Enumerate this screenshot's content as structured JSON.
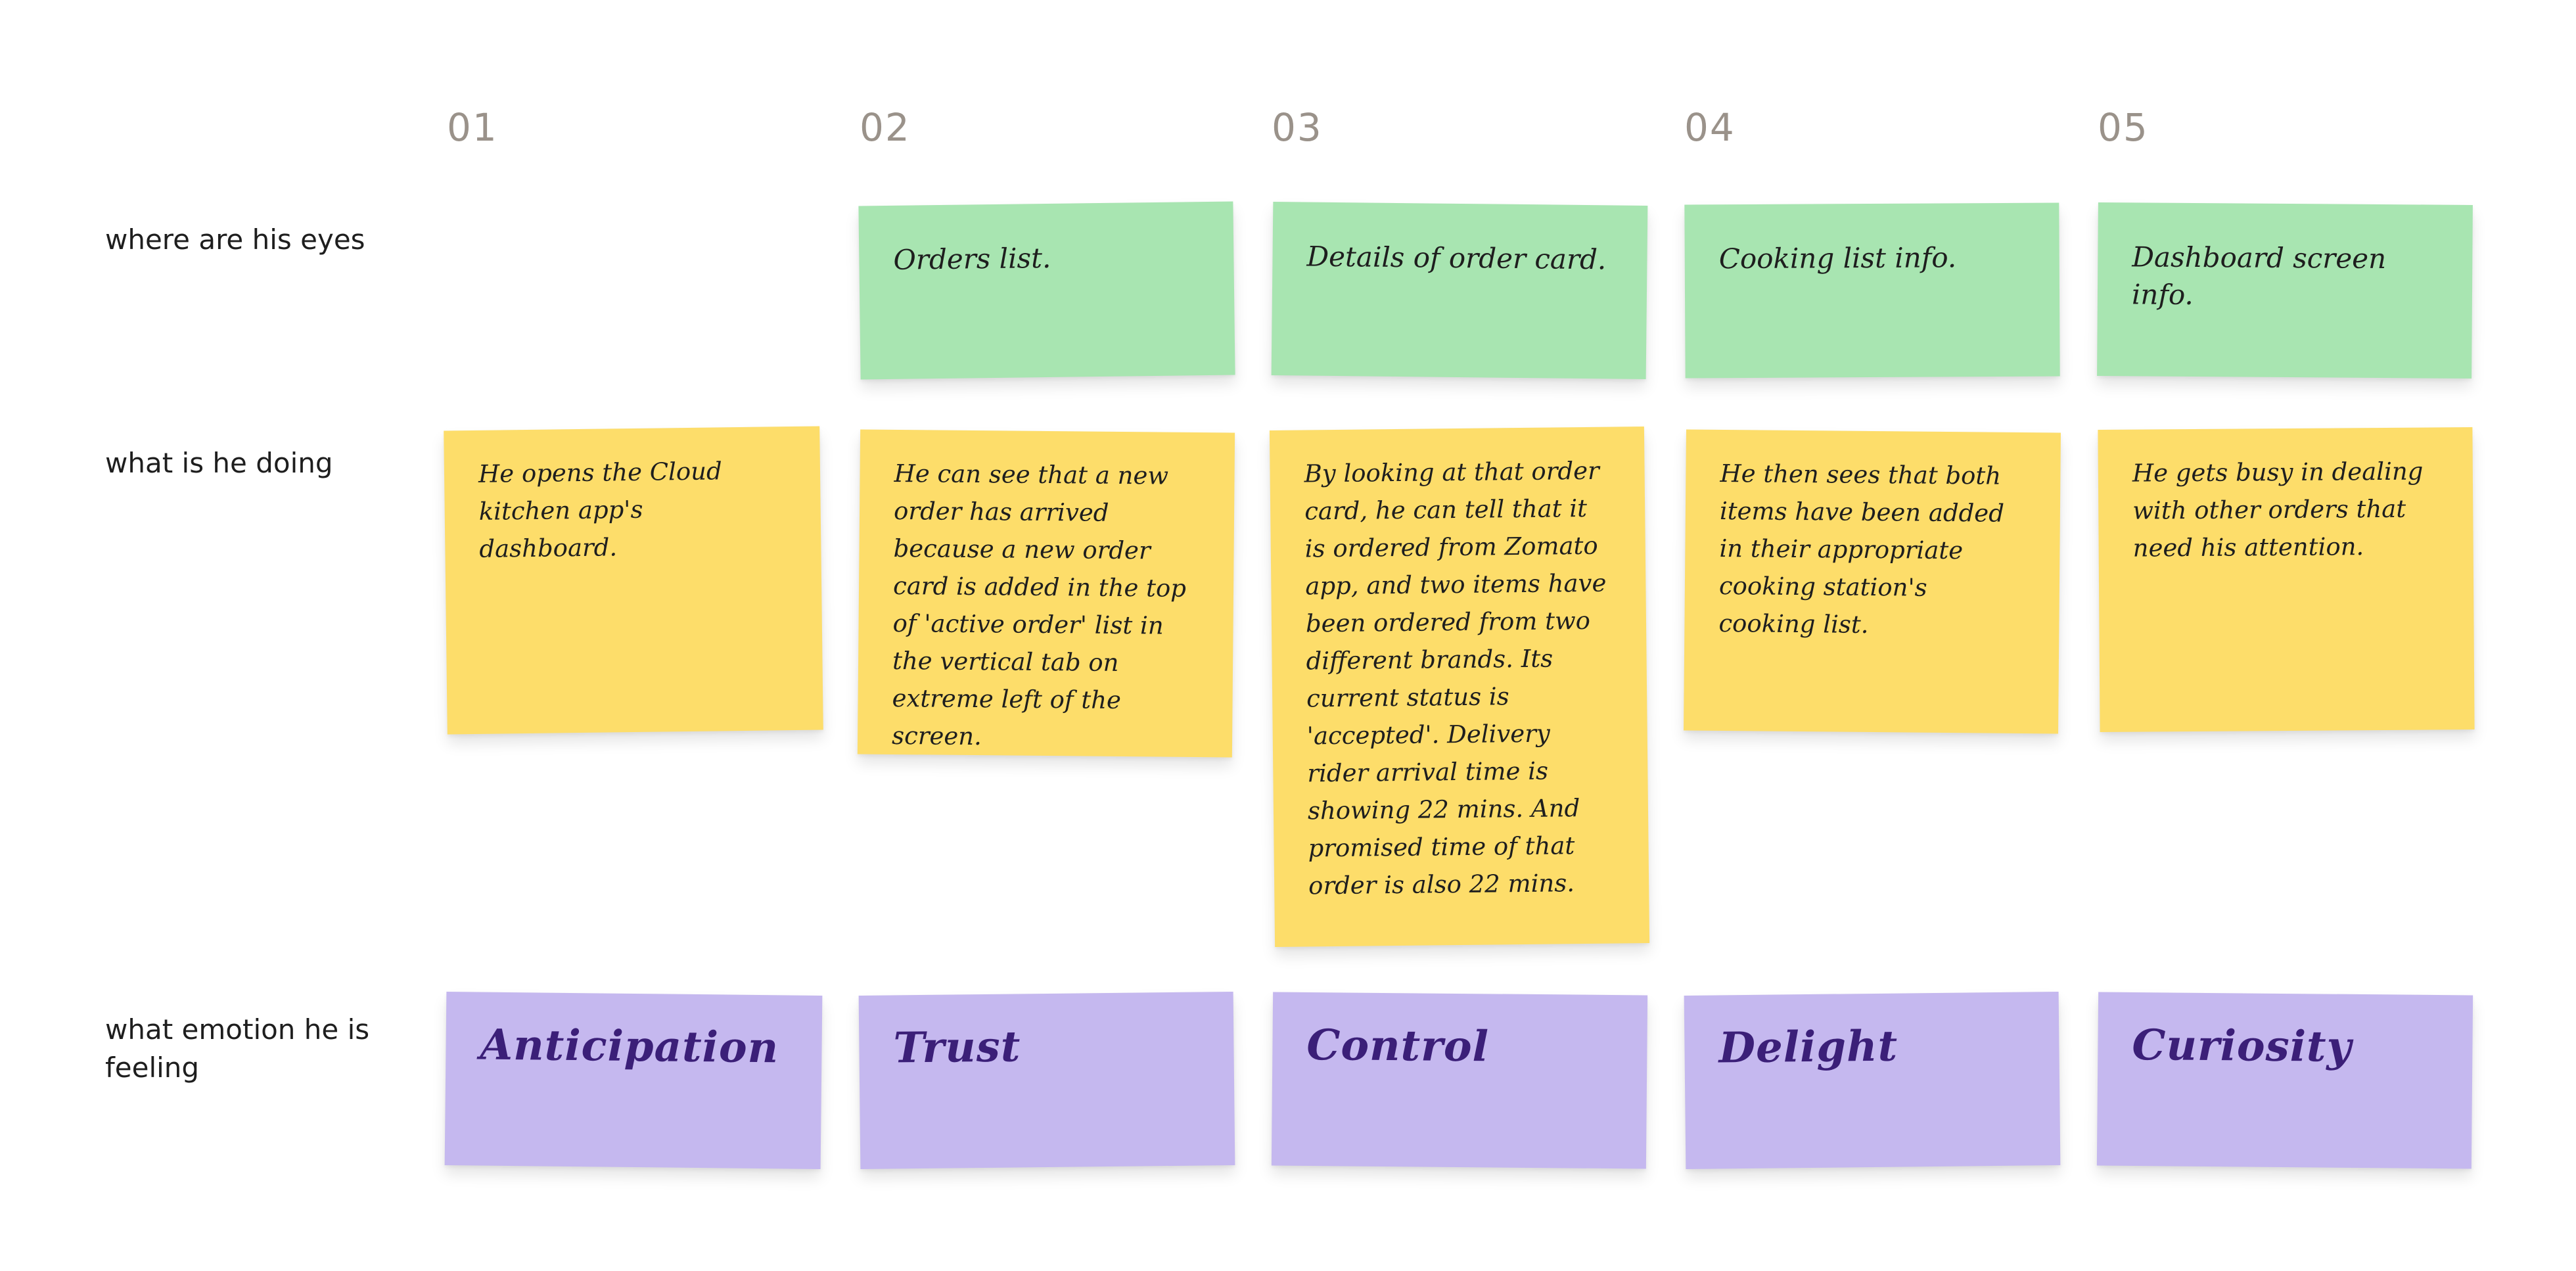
{
  "steps": [
    "01",
    "02",
    "03",
    "04",
    "05"
  ],
  "rows": {
    "eyes_label": "where are his eyes",
    "doing_label": "what is he doing",
    "emotion_label": "what emotion he is feeling"
  },
  "eyes": [
    "Orders list.",
    "Details of order card.",
    "Cooking list info.",
    "Dashboard screen info."
  ],
  "doing": [
    "He opens the Cloud kitchen app's dashboard.",
    "He can see that a new order has arrived because a new order card is added in the top of 'active order' list in the vertical tab on extreme left of the screen.",
    "By looking at that order card, he can tell that it is ordered from Zomato app, and two items have been ordered from two different brands. Its current status is 'accepted'. Delivery rider arrival time is showing 22 mins. And promised time of that order is also 22 mins.",
    "He then sees that both items have been added in their appropriate cooking station's cooking list.",
    "He gets busy in dealing with other orders that need his attention."
  ],
  "emotions": [
    "Anticipation",
    "Trust",
    "Control",
    "Delight",
    "Curiosity"
  ],
  "colors": {
    "green": "#a8e5b1",
    "yellow": "#fddd6a",
    "purple": "#c5b8ef",
    "emotion_text": "#3b1f78",
    "step_number": "#9a928a"
  }
}
